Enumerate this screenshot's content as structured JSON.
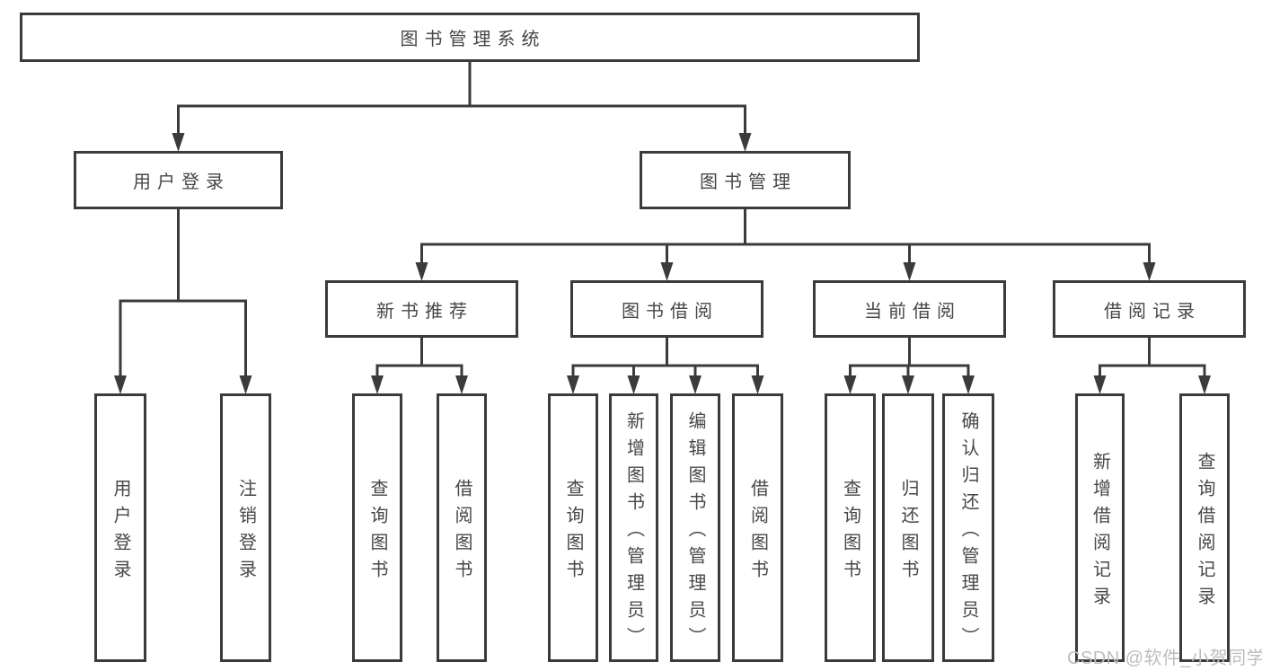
{
  "diagram": {
    "title": "图书管理系统",
    "nodes": [
      {
        "id": "root",
        "label": "图书管理系统"
      },
      {
        "id": "user-login",
        "label": "用户登录"
      },
      {
        "id": "book-mgmt",
        "label": "图书管理"
      },
      {
        "id": "new-books",
        "label": "新书推荐"
      },
      {
        "id": "book-borrow",
        "label": "图书借阅"
      },
      {
        "id": "current-borrow",
        "label": "当前借阅"
      },
      {
        "id": "borrow-records",
        "label": "借阅记录"
      },
      {
        "id": "v-user-login",
        "label": "用户登录"
      },
      {
        "id": "v-logout",
        "label": "注销登录"
      },
      {
        "id": "v-query-books-1",
        "label": "查询图书"
      },
      {
        "id": "v-borrow-books-1",
        "label": "借阅图书"
      },
      {
        "id": "v-query-books-2",
        "label": "查询图书"
      },
      {
        "id": "v-add-books",
        "label": "新增图书（管理员）"
      },
      {
        "id": "v-edit-books",
        "label": "编辑图书（管理员）"
      },
      {
        "id": "v-borrow-books-2",
        "label": "借阅图书"
      },
      {
        "id": "v-query-books-3",
        "label": "查询图书"
      },
      {
        "id": "v-return-books",
        "label": "归还图书"
      },
      {
        "id": "v-confirm-return",
        "label": "确认归还（管理员）"
      },
      {
        "id": "v-add-borrow-record",
        "label": "新增借阅记录"
      },
      {
        "id": "v-query-borrow-record",
        "label": "查询借阅记录"
      }
    ],
    "edges": [
      {
        "from": "root",
        "to": [
          "user-login",
          "book-mgmt"
        ]
      },
      {
        "from": "user-login",
        "to": [
          "v-user-login",
          "v-logout"
        ]
      },
      {
        "from": "book-mgmt",
        "to": [
          "new-books",
          "book-borrow",
          "current-borrow",
          "borrow-records"
        ]
      },
      {
        "from": "new-books",
        "to": [
          "v-query-books-1",
          "v-borrow-books-1"
        ]
      },
      {
        "from": "book-borrow",
        "to": [
          "v-query-books-2",
          "v-add-books",
          "v-edit-books",
          "v-borrow-books-2"
        ]
      },
      {
        "from": "current-borrow",
        "to": [
          "v-query-books-3",
          "v-return-books",
          "v-confirm-return"
        ]
      },
      {
        "from": "borrow-records",
        "to": [
          "v-add-borrow-record",
          "v-query-borrow-record"
        ]
      }
    ]
  },
  "watermark": "CSDN @软件_小贺同学",
  "colors": {
    "line": "#3b3b3b",
    "text": "#474747",
    "watermark": "#bdbdbd",
    "background": "#ffffff"
  }
}
